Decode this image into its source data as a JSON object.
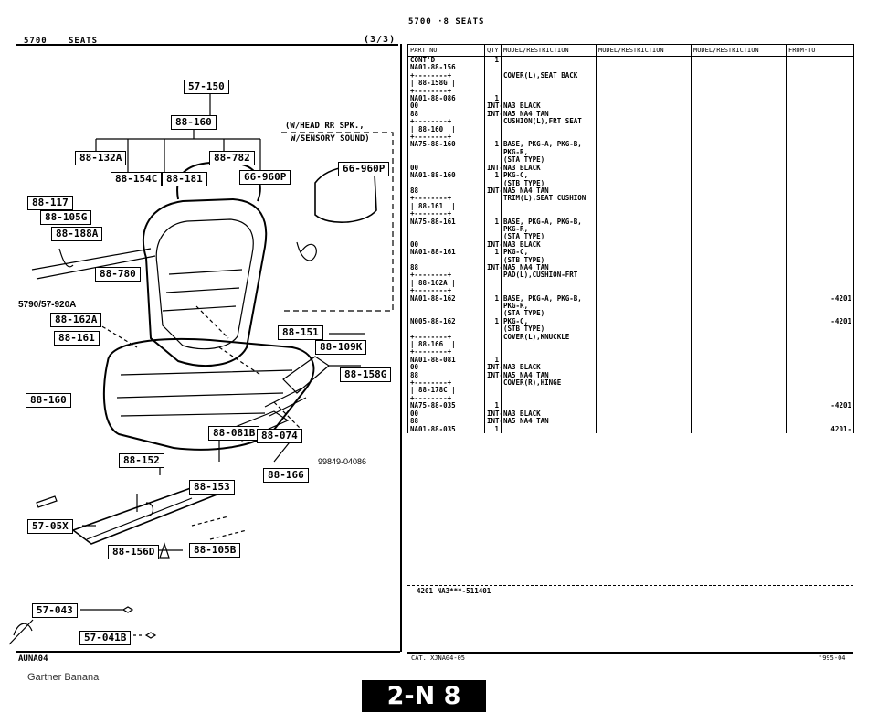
{
  "header": {
    "top_center": "5700 ·8 SEATS",
    "section_code": "5700",
    "section_title": "SEATS",
    "page_fraction": "(3/3)"
  },
  "diagram": {
    "callouts": [
      "57-150",
      "88-160",
      "88-132A",
      "88-154C",
      "88-181",
      "88-782",
      "66-960P",
      "66-960P",
      "88-117",
      "88-105G",
      "88-188A",
      "88-780",
      "88-162A",
      "88-161",
      "88-151",
      "88-109K",
      "88-158G",
      "88-081B",
      "88-074",
      "88-166",
      "88-152",
      "88-153",
      "57-05X",
      "88-156D",
      "88-105B",
      "57-043",
      "57-041B",
      "88-160"
    ],
    "note_line1": "(W/HEAD RR SPK.,",
    "note_line2": "W/SENSORY SOUND)",
    "ref_label": "5790/57-920A",
    "part_number": "99849-04086",
    "footer_left": "AUNA04",
    "watermark": "Gartner Banana"
  },
  "table": {
    "headers": [
      "PART NO",
      "QTY",
      "MODEL/RESTRICTION",
      "MODEL/RESTRICTION",
      "MODEL/RESTRICTION",
      "FROM-TO"
    ],
    "rows": [
      {
        "part": "CONT'D\nNA01-88-156",
        "qty": "1",
        "desc": "",
        "from": ""
      },
      {
        "part": "+--------+\n| 88-158G |\n+--------+",
        "qty": "",
        "desc": "COVER(L),SEAT BACK",
        "from": ""
      },
      {
        "part": "NA01-88-086",
        "qty": "1",
        "desc": "",
        "from": ""
      },
      {
        "part": "00",
        "qty": "INT-",
        "desc": "NA3 BLACK",
        "from": ""
      },
      {
        "part": "88",
        "qty": "INT-",
        "desc": "NA5 NA4 TAN",
        "from": ""
      },
      {
        "part": "+--------+\n| 88-160  |\n+--------+",
        "qty": "",
        "desc": "CUSHION(L),FRT SEAT",
        "from": ""
      },
      {
        "part": "NA75-88-160",
        "qty": "1",
        "desc": "BASE, PKG-A, PKG-B,\nPKG-R,\n(STA TYPE)",
        "from": ""
      },
      {
        "part": "00",
        "qty": "INT-",
        "desc": "NA3 BLACK",
        "from": ""
      },
      {
        "part": "NA01-88-160",
        "qty": "1",
        "desc": "PKG-C,\n(STB TYPE)",
        "from": ""
      },
      {
        "part": "88",
        "qty": "INT-",
        "desc": "NA5 NA4 TAN",
        "from": ""
      },
      {
        "part": "+--------+\n| 88-161  |\n+--------+",
        "qty": "",
        "desc": "TRIM(L),SEAT CUSHION",
        "from": ""
      },
      {
        "part": "NA75-88-161",
        "qty": "1",
        "desc": "BASE, PKG-A, PKG-B,\nPKG-R,\n(STA TYPE)",
        "from": ""
      },
      {
        "part": "00",
        "qty": "INT-",
        "desc": "NA3 BLACK",
        "from": ""
      },
      {
        "part": "NA01-88-161",
        "qty": "1",
        "desc": "PKG-C,\n(STB TYPE)",
        "from": ""
      },
      {
        "part": "88",
        "qty": "INT-",
        "desc": "NA5 NA4 TAN",
        "from": ""
      },
      {
        "part": "+--------+\n| 88-162A |\n+--------+",
        "qty": "",
        "desc": "PAD(L),CUSHION-FRT",
        "from": ""
      },
      {
        "part": "NA01-88-162",
        "qty": "1",
        "desc": "BASE, PKG-A, PKG-B,\nPKG-R,\n(STA TYPE)",
        "from": "-4201"
      },
      {
        "part": "N005-88-162",
        "qty": "1",
        "desc": "PKG-C,\n(STB TYPE)",
        "from": "-4201"
      },
      {
        "part": "+--------+\n| 88-166  |\n+--------+",
        "qty": "",
        "desc": "COVER(L),KNUCKLE",
        "from": ""
      },
      {
        "part": "NA01-88-081",
        "qty": "1",
        "desc": "",
        "from": ""
      },
      {
        "part": "00",
        "qty": "INT-",
        "desc": "NA3 BLACK",
        "from": ""
      },
      {
        "part": "88",
        "qty": "INT-",
        "desc": "NA5 NA4 TAN",
        "from": ""
      },
      {
        "part": "+--------+\n| 88-178C |\n+--------+",
        "qty": "",
        "desc": "COVER(R),HINGE",
        "from": ""
      },
      {
        "part": "NA75-88-035",
        "qty": "1",
        "desc": "",
        "from": "-4201"
      },
      {
        "part": "00",
        "qty": "INT-",
        "desc": "NA3 BLACK",
        "from": ""
      },
      {
        "part": "88",
        "qty": "INT-",
        "desc": "NA5 NA4 TAN",
        "from": ""
      },
      {
        "part": "NA01-88-035",
        "qty": "1",
        "desc": "",
        "from": "4201-"
      }
    ],
    "footnote": "4201 NA3***-511401",
    "cat_no": "CAT. XJNA04-05",
    "date": "'995-04"
  },
  "page_badge": "2-N 8"
}
